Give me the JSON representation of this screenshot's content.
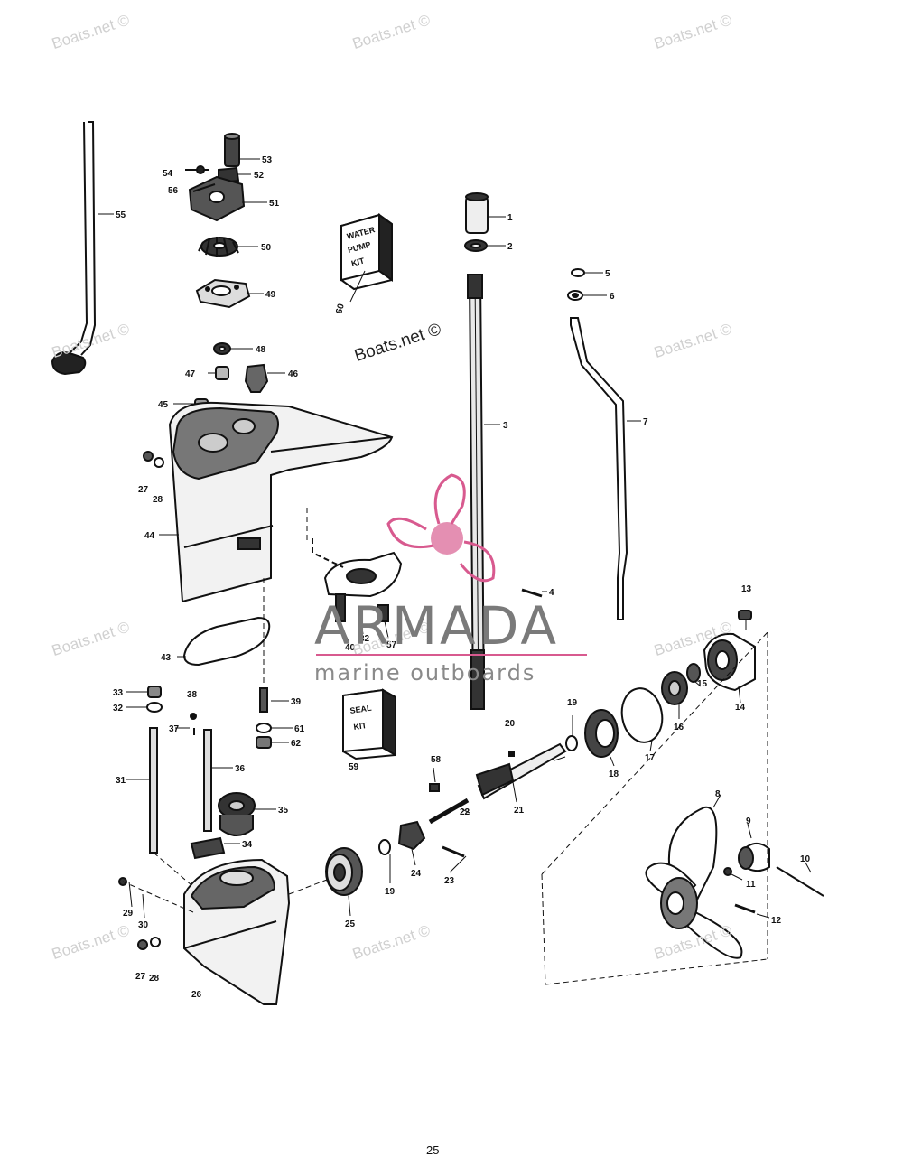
{
  "watermarks": [
    "Boats.net ©",
    "Boats.net ©",
    "Boats.net ©",
    "Boats.net ©",
    "Boats.net ©",
    "Boats.net ©",
    "Boats.net ©",
    "Boats.net ©",
    "Boats.net ©",
    "Boats.net ©",
    "Boats.net ©"
  ],
  "center_watermark": "Boats.net ©",
  "brand": {
    "name": "ARMADA",
    "tagline": "marine outboards",
    "logo_color": "#d85a8f"
  },
  "kits": {
    "water_pump": {
      "lines": [
        "WATER",
        "PUMP",
        "KIT"
      ],
      "part": "60"
    },
    "seal": {
      "lines": [
        "SEAL",
        "KIT"
      ],
      "part": "59"
    }
  },
  "callouts": [
    "1",
    "2",
    "3",
    "4",
    "5",
    "6",
    "7",
    "8",
    "9",
    "10",
    "11",
    "12",
    "13",
    "14",
    "15",
    "16",
    "17",
    "18",
    "19",
    "19",
    "20",
    "21",
    "22",
    "23",
    "24",
    "25",
    "26",
    "27",
    "28",
    "27",
    "28",
    "29",
    "30",
    "31",
    "32",
    "33",
    "34",
    "35",
    "36",
    "37",
    "38",
    "39",
    "40",
    "32",
    "57",
    "43",
    "44",
    "45",
    "46",
    "47",
    "48",
    "49",
    "50",
    "51",
    "52",
    "53",
    "54",
    "56",
    "55",
    "58",
    "61",
    "62"
  ],
  "page_number": "25"
}
